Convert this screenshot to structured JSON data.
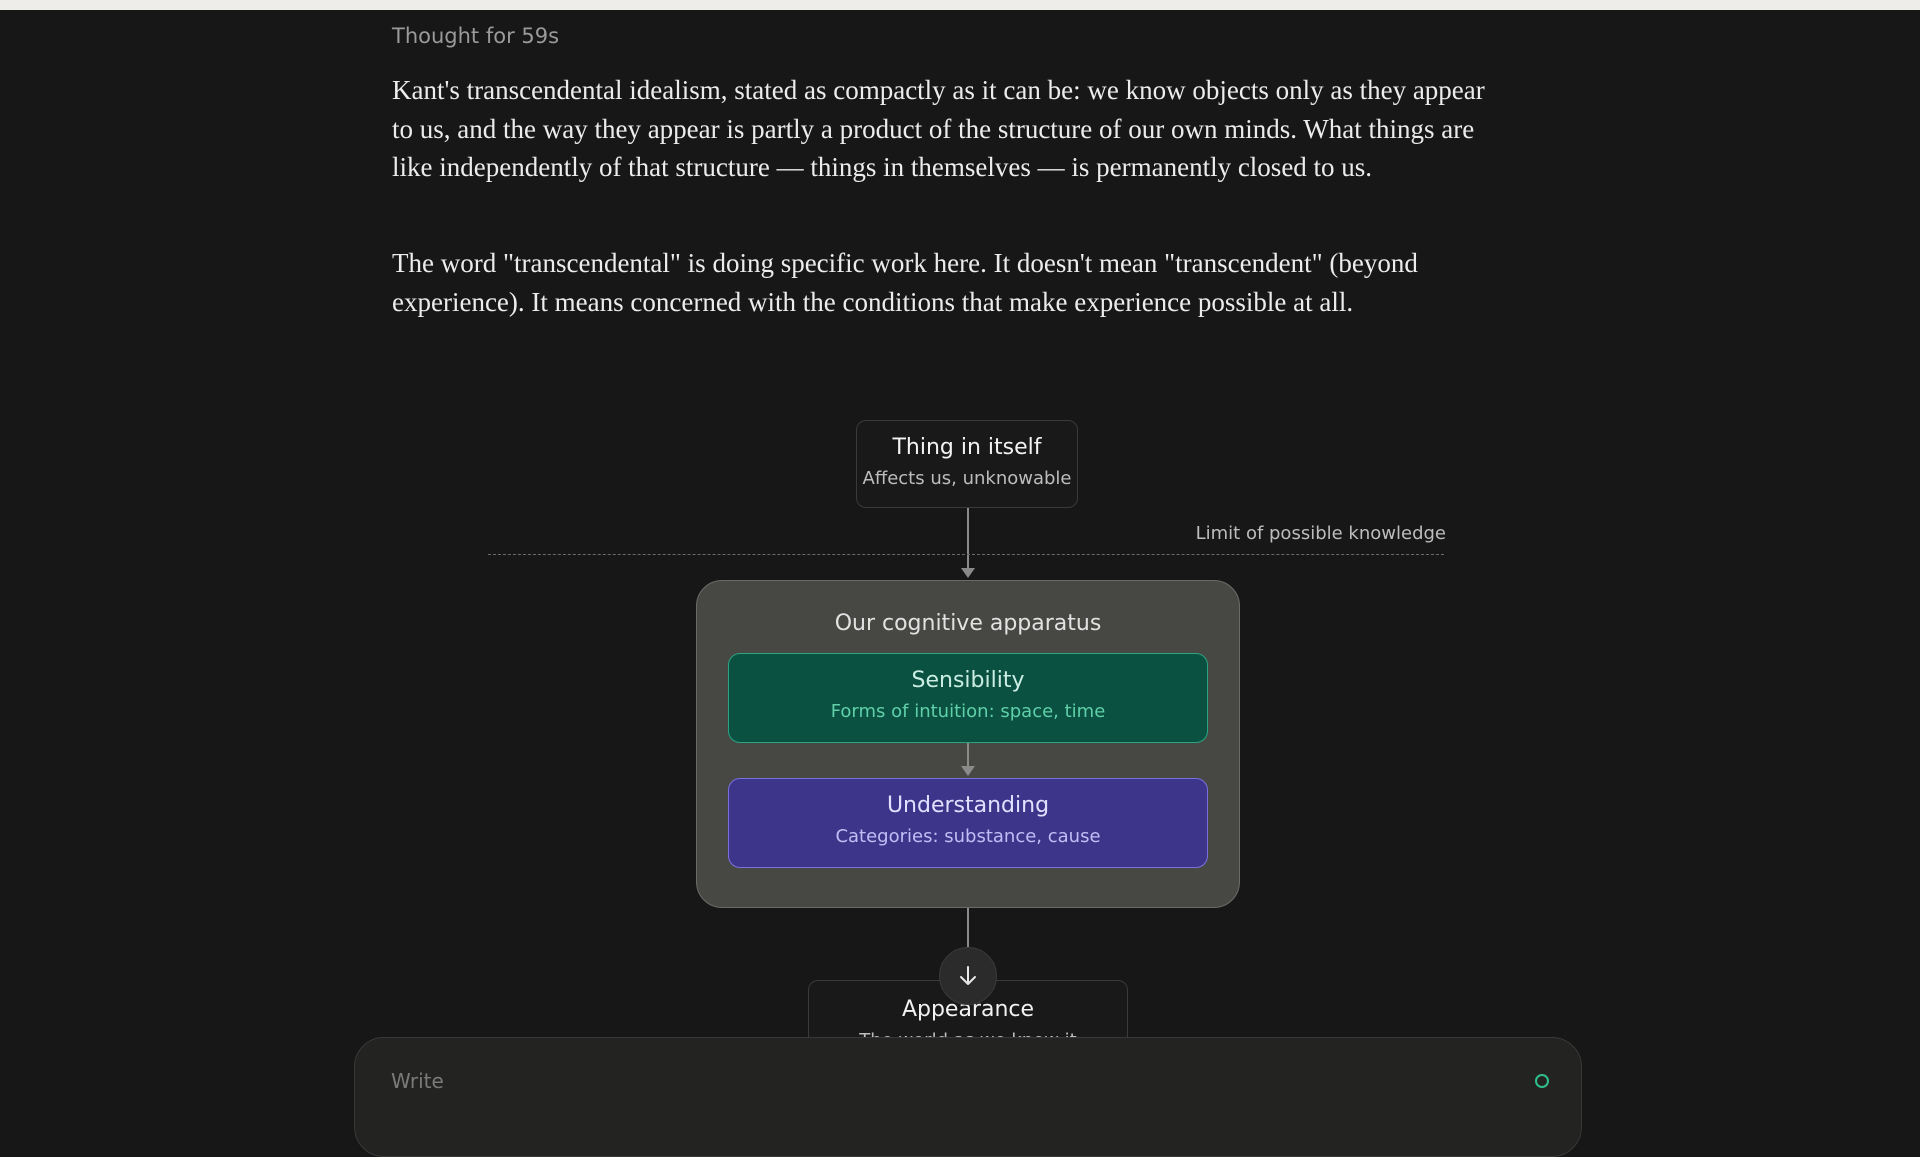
{
  "thinking": {
    "label": "Thought for 59s"
  },
  "response": {
    "paragraphs": [
      "Kant's transcendental idealism, stated as compactly as it can be: we know objects only as they appear to us, and the way they appear is partly a product of the structure of our own minds. What things are like independently of that structure — things in themselves — is permanently closed to us.",
      "The word \"transcendental\" is doing specific work here. It doesn't mean \"transcendent\" (beyond experience). It means concerned with the conditions that make experience possible at all."
    ]
  },
  "diagram": {
    "thing_in_itself": {
      "title": "Thing in itself",
      "subtitle": "Affects us, unknowable"
    },
    "limit_label": "Limit of possible knowledge",
    "apparatus": {
      "title": "Our cognitive apparatus",
      "sensibility": {
        "title": "Sensibility",
        "subtitle": "Forms of intuition: space, time"
      },
      "understanding": {
        "title": "Understanding",
        "subtitle": "Categories: substance, cause"
      }
    },
    "appearance": {
      "title": "Appearance",
      "subtitle": "The world as we know it"
    },
    "colors": {
      "sensibility_fill": "#0b5142",
      "sensibility_border": "#2aa37f",
      "understanding_fill": "#3d358a",
      "understanding_border": "#7b6fe0",
      "apparatus_fill": "#474744"
    }
  },
  "scroll_button": {
    "icon": "arrow-down-icon"
  },
  "composer": {
    "placeholder": "Write",
    "value": ""
  }
}
